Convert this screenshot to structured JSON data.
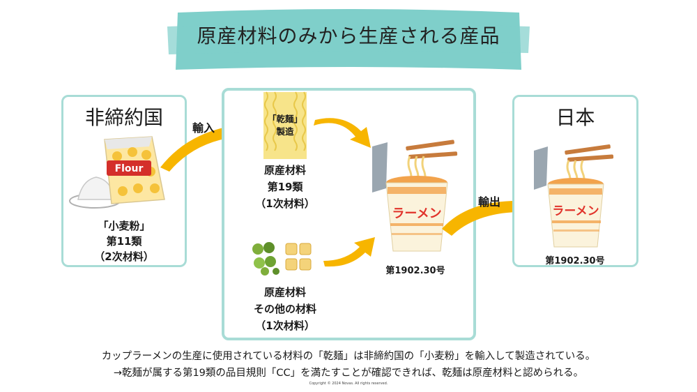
{
  "title": "原産材料のみから生産される産品",
  "left_box": {
    "country": "非締約国",
    "flour_bag_text": "Flour",
    "product_name": "「小麦粉」",
    "category": "第11類",
    "level": "（2次材料）"
  },
  "arrows": {
    "import_label": "輸入",
    "export_label": "輸出"
  },
  "middle_box": {
    "noodle_line1": "「乾麺」",
    "noodle_line2": "製造",
    "material1_line1": "原産材料",
    "material1_line2": "第19類",
    "material1_line3": "（1次材料）",
    "material2_line1": "原産材料",
    "material2_line2": "その他の材料",
    "material2_line3": "（1次材料）",
    "cup_text": "ラーメン",
    "hs_code": "第1902.30号"
  },
  "right_box": {
    "country": "日本",
    "cup_text": "ラーメン",
    "hs_code": "第1902.30号"
  },
  "caption_line1": "カップラーメンの生産に使用されている材料の「乾麺」は非締約国の「小麦粉」を輸入して製造されている。",
  "caption_line2": "→乾麺が属する第19類の品目規則「CC」を満たすことが確認できれば、乾麺は原産材料と認められる。",
  "copyright": "Copyright © 2024 Novas. All rights reserved.",
  "colors": {
    "teal_band": "#7fcfca",
    "box_border": "#a8dcd6",
    "arrow": "#f7b500",
    "ramen_red": "#e1332b"
  }
}
